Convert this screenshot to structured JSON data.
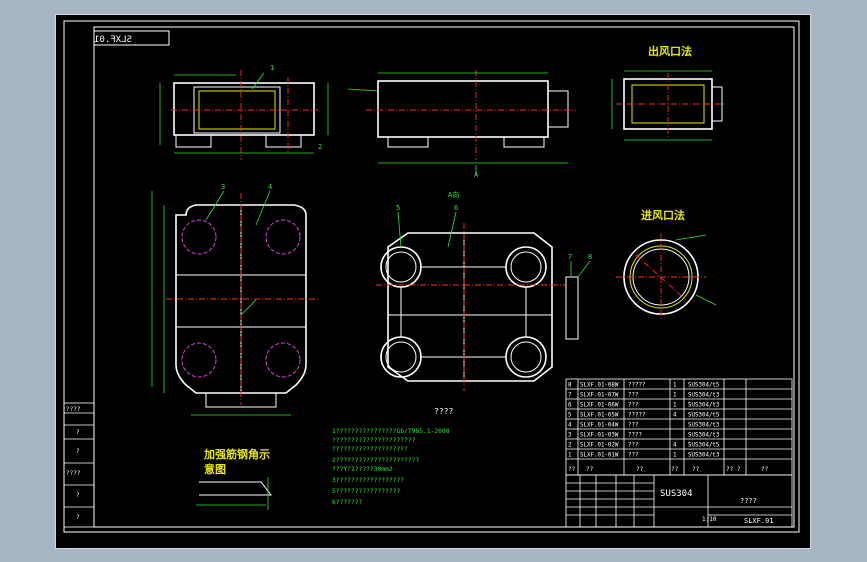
{
  "drawing": {
    "code_stamp": "SLXF.01",
    "title_outlet": "出风口法",
    "title_inlet": "进风口法",
    "title_stiffener_line1": "加强筋钢角示",
    "title_stiffener_line2": "意图",
    "view_label_a": "A",
    "view_label_a_dir": "A向",
    "tech_title": "????",
    "tech_notes": [
      "1????????????????Gb/T985.1-2008",
      "  ??????????????????????",
      "  ????????????????????",
      "2??????????????????????",
      "  ???Y?1?????30mm2",
      "3??????????????????",
      "5?????????????????",
      "6???????"
    ],
    "part_numbers": [
      "1",
      "2",
      "3",
      "4",
      "5",
      "6",
      "7",
      "8"
    ]
  },
  "bom": {
    "rows": [
      {
        "no": "8",
        "code": "SLXF.01-08W",
        "name": "?????",
        "qty": "1",
        "material": "SUS304/t5"
      },
      {
        "no": "7",
        "code": "SLXF.01-07W",
        "name": "???",
        "qty": "1",
        "material": "SUS304/t3"
      },
      {
        "no": "6",
        "code": "SLXF.01-06W",
        "name": "???",
        "qty": "1",
        "material": "SUS304/t3"
      },
      {
        "no": "5",
        "code": "SLXF.01-05W",
        "name": "?????",
        "qty": "4",
        "material": "SUS304/t5"
      },
      {
        "no": "4",
        "code": "SLXF.01-04W",
        "name": "???",
        "qty": "",
        "material": "SUS304/t3"
      },
      {
        "no": "3",
        "code": "SLXF.01-03W",
        "name": "????",
        "qty": "",
        "material": "SUS304/t3"
      },
      {
        "no": "2",
        "code": "SLXF.01-02W",
        "name": "???",
        "qty": "4",
        "material": "SUS304/t5"
      },
      {
        "no": "1",
        "code": "SLXF.01-01W",
        "name": "???",
        "qty": "1",
        "material": "SUS304/t3"
      }
    ],
    "header": {
      "no": "??",
      "code": "??",
      "name": "??",
      "qty": "??",
      "material": "??",
      "weight": "?? ?",
      "note": "??"
    }
  },
  "title_block": {
    "material": "SUS304",
    "drawing_name": "????",
    "drawing_code": "SLXF.01",
    "scale": "1:10",
    "left_labels": [
      "????",
      "?",
      "?",
      "????",
      "?",
      "?"
    ]
  }
}
